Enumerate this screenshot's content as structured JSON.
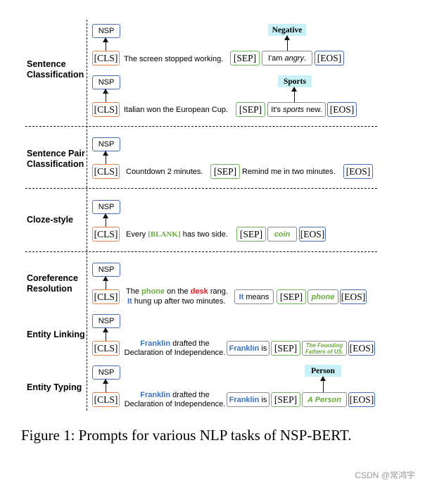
{
  "tasks": {
    "sentence_classification": "Sentence\nClassification",
    "sentence_pair": "Sentence Pair\nClassification",
    "cloze": "Cloze-style",
    "coreference": "Coreference\nResolution",
    "entity_linking": "Entity Linking",
    "entity_typing": "Entity Typing"
  },
  "tokens": {
    "nsp": "NSP",
    "cls": "[CLS]",
    "sep": "[SEP]",
    "eos": "[EOS]"
  },
  "rows": {
    "sc1": {
      "label": "Negative",
      "sentence": "The screen stopped working.",
      "prompt_pre": "I'am ",
      "prompt_word": "angry",
      "prompt_post": "."
    },
    "sc2": {
      "label": "Sports",
      "sentence": "Italian won the European Cup.",
      "prompt_pre": "It's ",
      "prompt_word": "sports",
      "prompt_post": " new."
    },
    "sp": {
      "sentence_a": "Countdown 2 minutes.",
      "sentence_b": "Remind me in two minutes."
    },
    "cloze": {
      "pre": "Every ",
      "blank": "[BLANK]",
      "post": " has two side.",
      "answer": "coin"
    },
    "coref": {
      "line1_pre": "The ",
      "phone": "phone",
      "line1_mid": " on the ",
      "desk": "desk",
      "line1_post": " rang.",
      "it": "It",
      "line2_post": " hung up after two minutes.",
      "prompt_it": "It",
      "prompt_post": " means",
      "answer": "phone"
    },
    "el": {
      "franklin": "Franklin",
      "line1_post": " drafted the",
      "line2": "Declaration of Independence.",
      "prompt_franklin": "Franklin",
      "prompt_post": " is",
      "answer_line1": "The Founding",
      "answer_line2": "Fathers of US."
    },
    "et": {
      "label": "Person",
      "franklin": "Franklin",
      "line1_post": " drafted the",
      "line2": "Declaration of Independence.",
      "prompt_franklin": "Franklin",
      "prompt_post": " is",
      "answer": "A Person"
    }
  },
  "caption": "Figure 1:  Prompts for various NLP tasks of NSP-BERT.",
  "watermark": "CSDN @常鸿宇"
}
